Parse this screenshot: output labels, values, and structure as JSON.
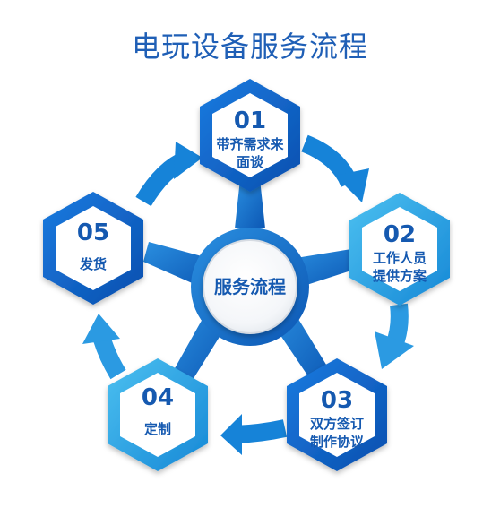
{
  "title": "电玩设备服务流程",
  "center": {
    "label": "服务流程"
  },
  "steps": [
    {
      "num": "01",
      "label_line1": "带齐需求来",
      "label_line2": "面谈"
    },
    {
      "num": "02",
      "label_line1": "工作人员",
      "label_line2": "提供方案"
    },
    {
      "num": "03",
      "label_line1": "双方签订",
      "label_line2": "制作协议"
    },
    {
      "num": "04",
      "label_line1": "定制",
      "label_line2": ""
    },
    {
      "num": "05",
      "label_line1": "发货",
      "label_line2": ""
    }
  ],
  "colors": {
    "title": "#1f5fb6",
    "text_blue": "#1559b0",
    "hex_dark": "#0d63c9",
    "hex_light": "#2ba3e3",
    "hub": "#1875d1",
    "arrow": "#1683d8",
    "center_border": "#d6dbe2"
  }
}
